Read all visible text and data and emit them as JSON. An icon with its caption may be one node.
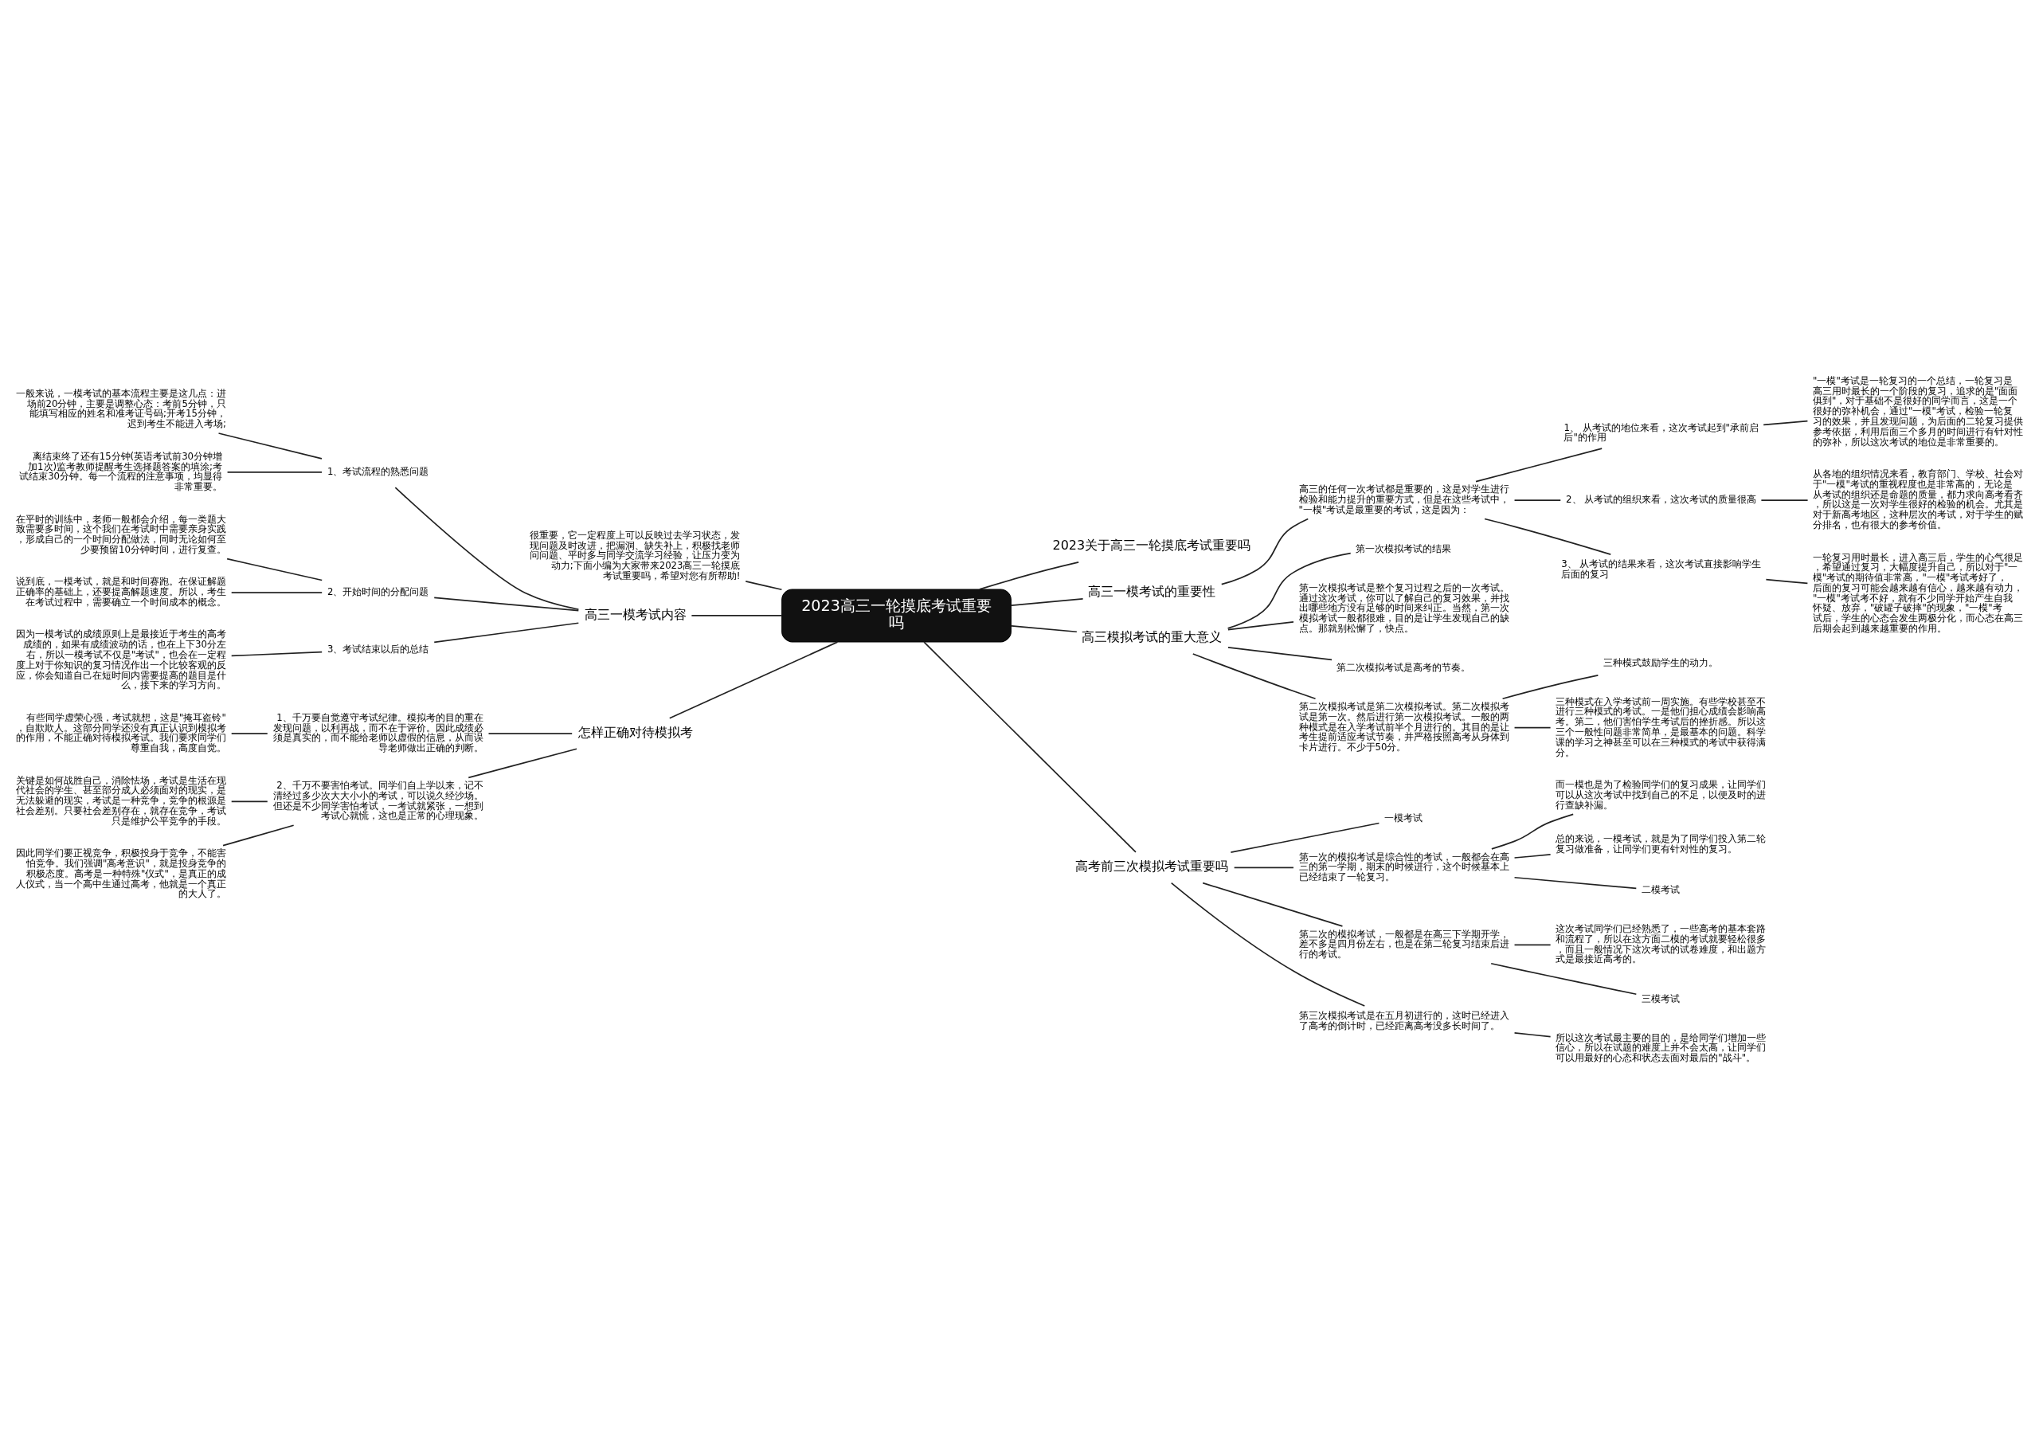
{
  "diagram": {
    "nodes": [
      {
        "text": [
          "2023高三一轮摸底考试重要吗"
        ]
      },
      {
        "text": [
          "2023关于高三一轮摸底考试重要吗"
        ]
      },
      {
        "text": [
          "很重要，它一定程度上可以反映过去学习状态，发现问题及时改进，把漏洞、缺失补上，积极找老师问问题、平时多与同学交流学习经验，让压力变为动力;下面小编为大家带来2023高三一轮摸底考试重要吗，希望对您有所帮助!"
        ]
      },
      {
        "text": [
          "高三一模考试的重要性"
        ]
      },
      {
        "text": [
          "高三的任何一次考试都是重要的，这是对学生进行检验和能力提升的重要方式，但是在这些考试中，\"一模\"考试是最重要的考试，这是因为："
        ]
      },
      {
        "text": [
          "1、 从考试的地位来看，这次考试起到\"承前启后\"的作用"
        ]
      },
      {
        "text": [
          "\"一模\"考试是一轮复习的一个总结，一轮复习是高三用时最长的一个阶段的复习，追求的是\"面面俱到\"，对于基础不是很好的同学而言，这是一个很好的弥补机会，通过\"一模\"考试，检验一轮复习的效果，并且发现问题，为后面的二轮复习提供参考依据，利用后面三个多月的时间进行有针对性的弥补，所以这次考试的地位是非常重要的。"
        ]
      },
      {
        "text": [
          "2、 从考试的组织来看，这次考试的质量很高"
        ]
      },
      {
        "text": [
          "从各地的组织情况来看，教育部门、学校、社会对于\"一模\"考试的重视程度也是非常高的，无论是从考试的组织还是命题的质量，都力求向高考看齐，所以这是一次对学生很好的检验的机会。尤其是对于新高考地区，这种层次的考试，对于学生的赋分排名，也有很大的参考价值。"
        ]
      },
      {
        "text": [
          "3、 从考试的结果来看，这次考试直接影响学生后面的复习"
        ]
      },
      {
        "text": [
          "一轮复习用时最长，进入高三后，学生的心气很足，希望通过复习，大幅度提升自己，所以对于\"一模\"考试的期待值非常高，\"一模\"考试考好了，后面的复习可能会越来越有信心，越来越有动力，\"一模\"考试考不好，就有不少同学开始产生自我怀疑、放弃，\"破罐子破摔\"的现象，\"一模\"考试后，学生的心态会发生两极分化，而心态在高三后期会起到越来越重要的作用。"
        ]
      },
      {
        "text": [
          "高三一模考试内容"
        ]
      },
      {
        "text": [
          "1、考试流程的熟悉问题"
        ]
      },
      {
        "text": [
          "一般来说，一模考试的基本流程主要是这几点：进场前20分钟，主要是调整心态：考前5分钟，只能填写相应的姓名和准考证号码;开考15分钟，迟到考生不能进入考场;"
        ]
      },
      {
        "text": [
          "离结束终了还有15分钟(英语考试前30分钟增加1次)监考教师提醒考生选择题答案的填涂;考试结束30分钟。每一个流程的注意事项，均显得非常重要。"
        ]
      },
      {
        "text": [
          "2、开始时间的分配问题"
        ]
      },
      {
        "text": [
          "在平时的训练中，老师一般都会介绍，每一类题大致需要多时间，这个我们在考试时中需要亲身实践，形成自己的一个时间分配做法，同时无论如何至少要预留10分钟时间，进行复查。"
        ]
      },
      {
        "text": [
          "说到底，一模考试，就是和时间赛跑。在保证解题正确率的基础上，还要提高解题速度。所以，考生在考试过程中，需要确立一个时间成本的概念。"
        ]
      },
      {
        "text": [
          "3、考试结束以后的总结"
        ]
      },
      {
        "text": [
          "因为一模考试的成绩原则上是最接近于考生的高考成绩的，如果有成绩波动的话，也在上下30分左右，所以一模考试不仅是\"考试\"，也会在一定程度上对于你知识的复习情况作出一个比较客观的反应，你会知道自己在短时间内需要提高的题目是什么，接下来的学习方向。"
        ]
      },
      {
        "text": [
          "高三模拟考试的重大意义"
        ]
      },
      {
        "text": [
          "第一次模拟考试的结果"
        ]
      },
      {
        "text": [
          "第一次模拟考试是整个复习过程之后的一次考试。通过这次考试，你可以了解自己的复习效果，并找出哪些地方没有足够的时间来纠正。当然，第一次模拟考试一般都很难，目的是让学生发现自己的缺点。那就别松懈了，快点。"
        ]
      },
      {
        "text": [
          "第二次模拟考试是高考的节奏。"
        ]
      },
      {
        "text": [
          "第二次模拟考试是第二次模拟考试。第二次模拟考试是第一次。然后进行第一次模拟考试。一般的两种模式是在入学考试前半个月进行的。其目的是让考生提前适应考试节奏，并严格按照高考从身体到卡片进行。不少于50分。"
        ]
      },
      {
        "text": [
          "三种模式鼓励学生的动力。"
        ]
      },
      {
        "text": [
          "三种模式在入学考试前一周实施。有些学校甚至不进行三种模式的考试。一是他们担心成绩会影响高考。第二，他们害怕学生考试后的挫折感。所以这三个一般性问题非常简单，是最基本的问题。科学课的学习之神甚至可以在三种模式的考试中获得满分。"
        ]
      },
      {
        "text": [
          "怎样正确对待模拟考"
        ]
      },
      {
        "text": [
          "1、千万要自觉遵守考试纪律。模拟考的目的重在发现问题，以利再战，而不在于评价。因此成绩必须是真实的，而不能给老师以虚假的信息，从而误导老师做出正确的判断。"
        ]
      },
      {
        "text": [
          "有些同学虚荣心强，考试就想，这是\"掩耳盗铃\"，自欺欺人。这部分同学还没有真正认识到模拟考的作用，不能正确对待模拟考试。我们要求同学们尊重自我，高度自觉。"
        ]
      },
      {
        "text": [
          "2、千万不要害怕考试。同学们自上学以来，记不清经过多少次大大小小的考试，可以说久经沙场。但还是不少同学害怕考试，一考试就紧张，一想到考试心就慌，这也是正常的心理现象。"
        ]
      },
      {
        "text": [
          "关键是如何战胜自己，消除怯场，考试是生活在现代社会的学生、甚至部分成人必须面对的现实，是无法躲避的现实，考试是一种竞争，竞争的根源是社会差别。只要社会差别存在，就存在竞争，考试只是维护公平竞争的手段。"
        ]
      },
      {
        "text": [
          "因此同学们要正视竞争，积极投身于竞争，不能害怕竞争。我们强调\"高考意识\"，就是投身竞争的积极态度。高考是一种特殊\"仪式\"，是真正的成人仪式，当一个高中生通过高考，他就是一个真正的大人了。"
        ]
      },
      {
        "text": [
          "高考前三次模拟考试重要吗"
        ]
      },
      {
        "text": [
          "一模考试"
        ]
      },
      {
        "text": [
          "第一次的模拟考试是综合性的考试，一般都会在高三的第一学期，期末的时候进行，这个时候基本上已经结束了一轮复习。"
        ]
      },
      {
        "text": [
          "而一模也是为了检验同学们的复习成果，让同学们可以从这次考试中找到自己的不足，以便及时的进行查缺补漏。"
        ]
      },
      {
        "text": [
          "总的来说，一模考试，就是为了同学们投入第二轮复习做准备，让同学们更有针对性的复习。"
        ]
      },
      {
        "text": [
          "二模考试"
        ]
      },
      {
        "text": [
          "第二次的模拟考试，一般都是在高三下学期开学，差不多是四月份左右，也是在第二轮复习结束后进行的考试。"
        ]
      },
      {
        "text": [
          "这次考试同学们已经熟悉了，一些高考的基本套路和流程了，所以在这方面二模的考试就要轻松很多，而且一般情况下这次考试的试卷难度，和出题方式是最接近高考的。"
        ]
      },
      {
        "text": [
          "三模考试"
        ]
      },
      {
        "text": [
          "第三次模拟考试是在五月初进行的，这时已经进入了高考的倒计时，已经距离高考没多长时间了。"
        ]
      },
      {
        "text": [
          "所以这次考试最主要的目的，是给同学们增加一些信心，所以在试题的难度上并不会太高，让同学们可以用最好的心态和状态去面对最后的\"战斗\"。"
        ]
      }
    ],
    "edges": [
      {
        "from": 0,
        "to": 1,
        "arrow": "none"
      },
      {
        "from": 0,
        "to": 2,
        "arrow": "none"
      },
      {
        "from": 0,
        "to": 3,
        "arrow": "none"
      },
      {
        "from": 3,
        "to": 4,
        "arrow": "none"
      },
      {
        "from": 4,
        "to": 5,
        "arrow": "none"
      },
      {
        "from": 5,
        "to": 6,
        "arrow": "none"
      },
      {
        "from": 4,
        "to": 7,
        "arrow": "none"
      },
      {
        "from": 7,
        "to": 8,
        "arrow": "none"
      },
      {
        "from": 4,
        "to": 9,
        "arrow": "none"
      },
      {
        "from": 9,
        "to": 10,
        "arrow": "none"
      },
      {
        "from": 0,
        "to": 11,
        "arrow": "none"
      },
      {
        "from": 11,
        "to": 12,
        "arrow": "none"
      },
      {
        "from": 12,
        "to": 13,
        "arrow": "none"
      },
      {
        "from": 12,
        "to": 14,
        "arrow": "none"
      },
      {
        "from": 11,
        "to": 15,
        "arrow": "none"
      },
      {
        "from": 15,
        "to": 16,
        "arrow": "none"
      },
      {
        "from": 15,
        "to": 17,
        "arrow": "none"
      },
      {
        "from": 11,
        "to": 18,
        "arrow": "none"
      },
      {
        "from": 18,
        "to": 19,
        "arrow": "none"
      },
      {
        "from": 0,
        "to": 20,
        "arrow": "none"
      },
      {
        "from": 20,
        "to": 21,
        "arrow": "none"
      },
      {
        "from": 20,
        "to": 22,
        "arrow": "none"
      },
      {
        "from": 20,
        "to": 23,
        "arrow": "none"
      },
      {
        "from": 20,
        "to": 24,
        "arrow": "none"
      },
      {
        "from": 24,
        "to": 25,
        "arrow": "none"
      },
      {
        "from": 24,
        "to": 26,
        "arrow": "none"
      },
      {
        "from": 0,
        "to": 27,
        "arrow": "none"
      },
      {
        "from": 27,
        "to": 28,
        "arrow": "none"
      },
      {
        "from": 28,
        "to": 29,
        "arrow": "none"
      },
      {
        "from": 27,
        "to": 30,
        "arrow": "none"
      },
      {
        "from": 30,
        "to": 31,
        "arrow": "none"
      },
      {
        "from": 30,
        "to": 32,
        "arrow": "none"
      },
      {
        "from": 0,
        "to": 33,
        "arrow": "none"
      },
      {
        "from": 33,
        "to": 34,
        "arrow": "none"
      },
      {
        "from": 33,
        "to": 35,
        "arrow": "none"
      },
      {
        "from": 35,
        "to": 36,
        "arrow": "none"
      },
      {
        "from": 35,
        "to": 37,
        "arrow": "none"
      },
      {
        "from": 35,
        "to": 38,
        "arrow": "none"
      },
      {
        "from": 33,
        "to": 39,
        "arrow": "none"
      },
      {
        "from": 39,
        "to": 40,
        "arrow": "none"
      },
      {
        "from": 39,
        "to": 41,
        "arrow": "none"
      },
      {
        "from": 33,
        "to": 42,
        "arrow": "none"
      },
      {
        "from": 42,
        "to": 43,
        "arrow": "none"
      }
    ]
  }
}
